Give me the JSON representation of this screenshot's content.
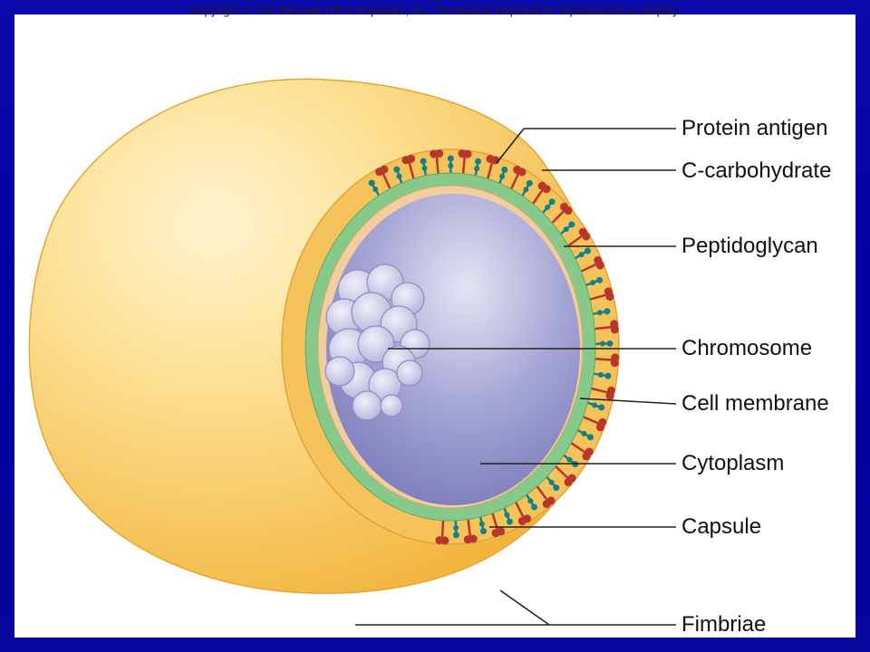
{
  "copyright": "Copyright © The McGraw-Hill Companies, Inc. Permission required for reproduction or display.",
  "labels": {
    "protein_antigen": "Protein antigen",
    "c_carbohydrate": "C-carbohydrate",
    "peptidoglycan": "Peptidoglycan",
    "chromosome": "Chromosome",
    "cell_membrane": "Cell membrane",
    "cytoplasm": "Cytoplasm",
    "capsule": "Capsule",
    "fimbriae": "Fimbriae"
  },
  "colors": {
    "background": "#0000a0",
    "capsule": "#f5c04a",
    "capsule_light": "#fde9b0",
    "peptidoglycan": "#86c98a",
    "cytoplasm": "#8f8fc8",
    "cytoplasm_light": "#d9d9ee",
    "protein_antigen": "#b8362b",
    "c_carbohydrate": "#12828a",
    "fimbriae": "#9a7660"
  }
}
